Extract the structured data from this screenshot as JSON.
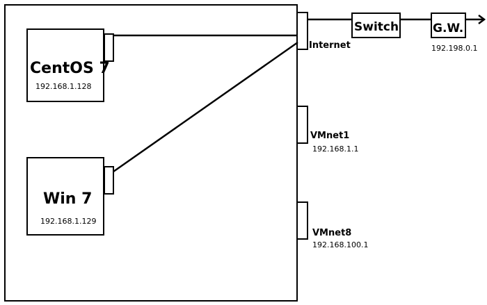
{
  "host": {
    "vms": [
      {
        "name": "CentOS 7",
        "ip": "192.168.1.128"
      },
      {
        "name": "Win 7",
        "ip": "192.168.1.129"
      }
    ],
    "adapters": [
      {
        "name": "Internet",
        "ip": ""
      },
      {
        "name": "VMnet1",
        "ip": "192.168.1.1"
      },
      {
        "name": "VMnet8",
        "ip": "192.168.100.1"
      }
    ]
  },
  "network": {
    "switch_label": "Switch",
    "gateway": {
      "label": "G.W.",
      "ip": "192.198.0.1"
    }
  }
}
